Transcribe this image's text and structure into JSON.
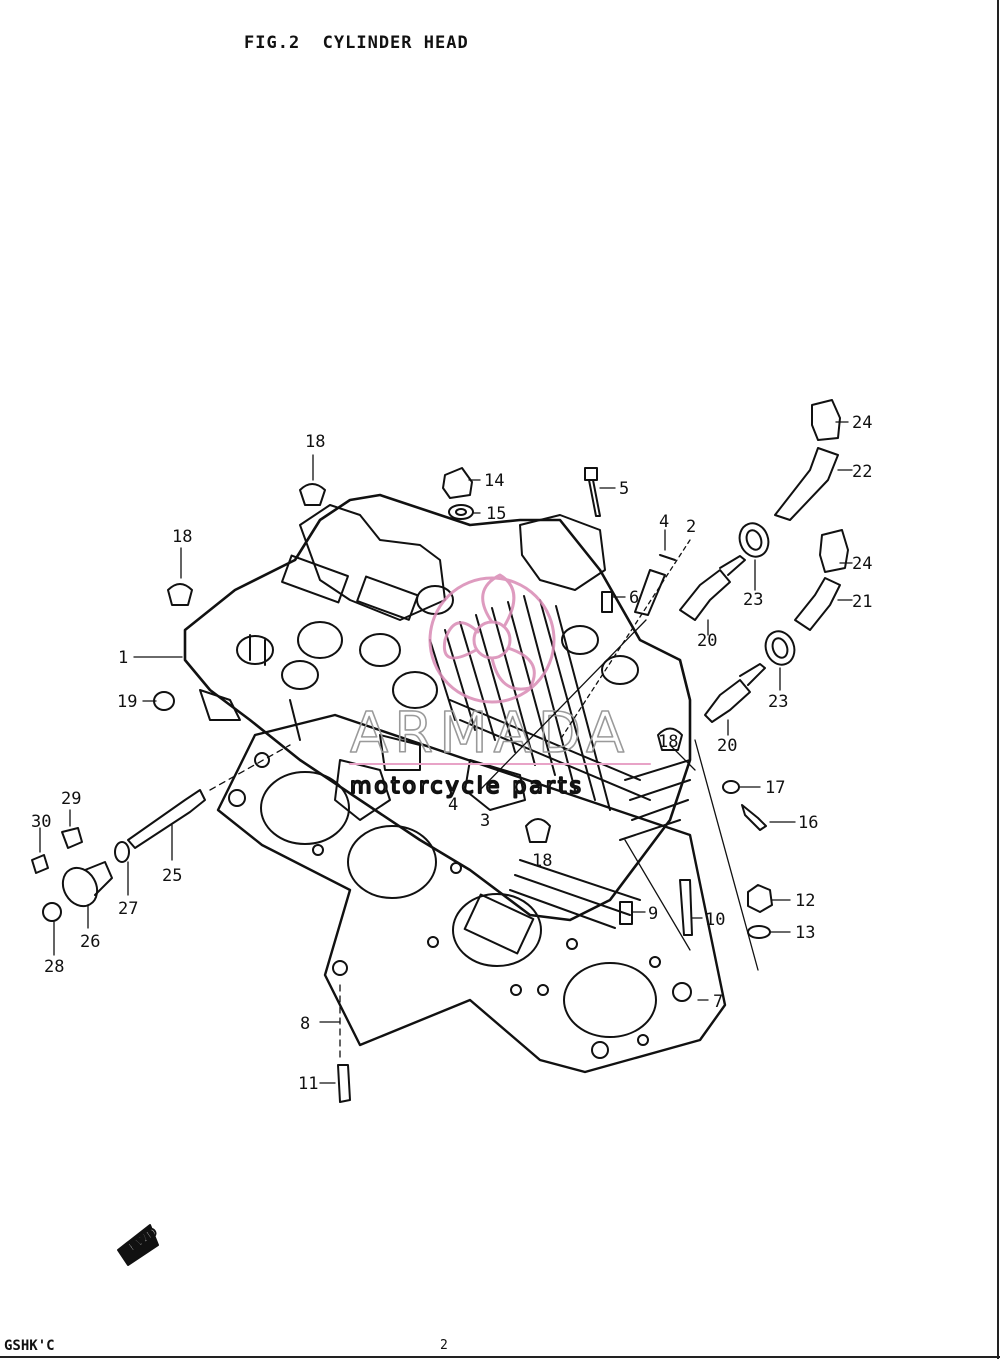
{
  "figure": {
    "title": "FIG.2  CYLINDER HEAD",
    "footer_code": "GSHK'C",
    "footer_page": "2"
  },
  "watermark": {
    "brand": "ARMADA",
    "subtitle": "motorcycle parts"
  },
  "direction_marker": {
    "text": "FWD"
  },
  "callouts": [
    "1",
    "2",
    "3",
    "4",
    "4",
    "5",
    "6",
    "7",
    "8",
    "9",
    "10",
    "11",
    "12",
    "13",
    "14",
    "15",
    "16",
    "17",
    "18",
    "18",
    "18",
    "18",
    "19",
    "20",
    "20",
    "21",
    "22",
    "23",
    "23",
    "24",
    "24",
    "25",
    "26",
    "27",
    "28",
    "29",
    "30"
  ],
  "colors": {
    "line": "#111111",
    "watermark_logo": "#d98ab5",
    "watermark_text": "#9a9a9a"
  }
}
